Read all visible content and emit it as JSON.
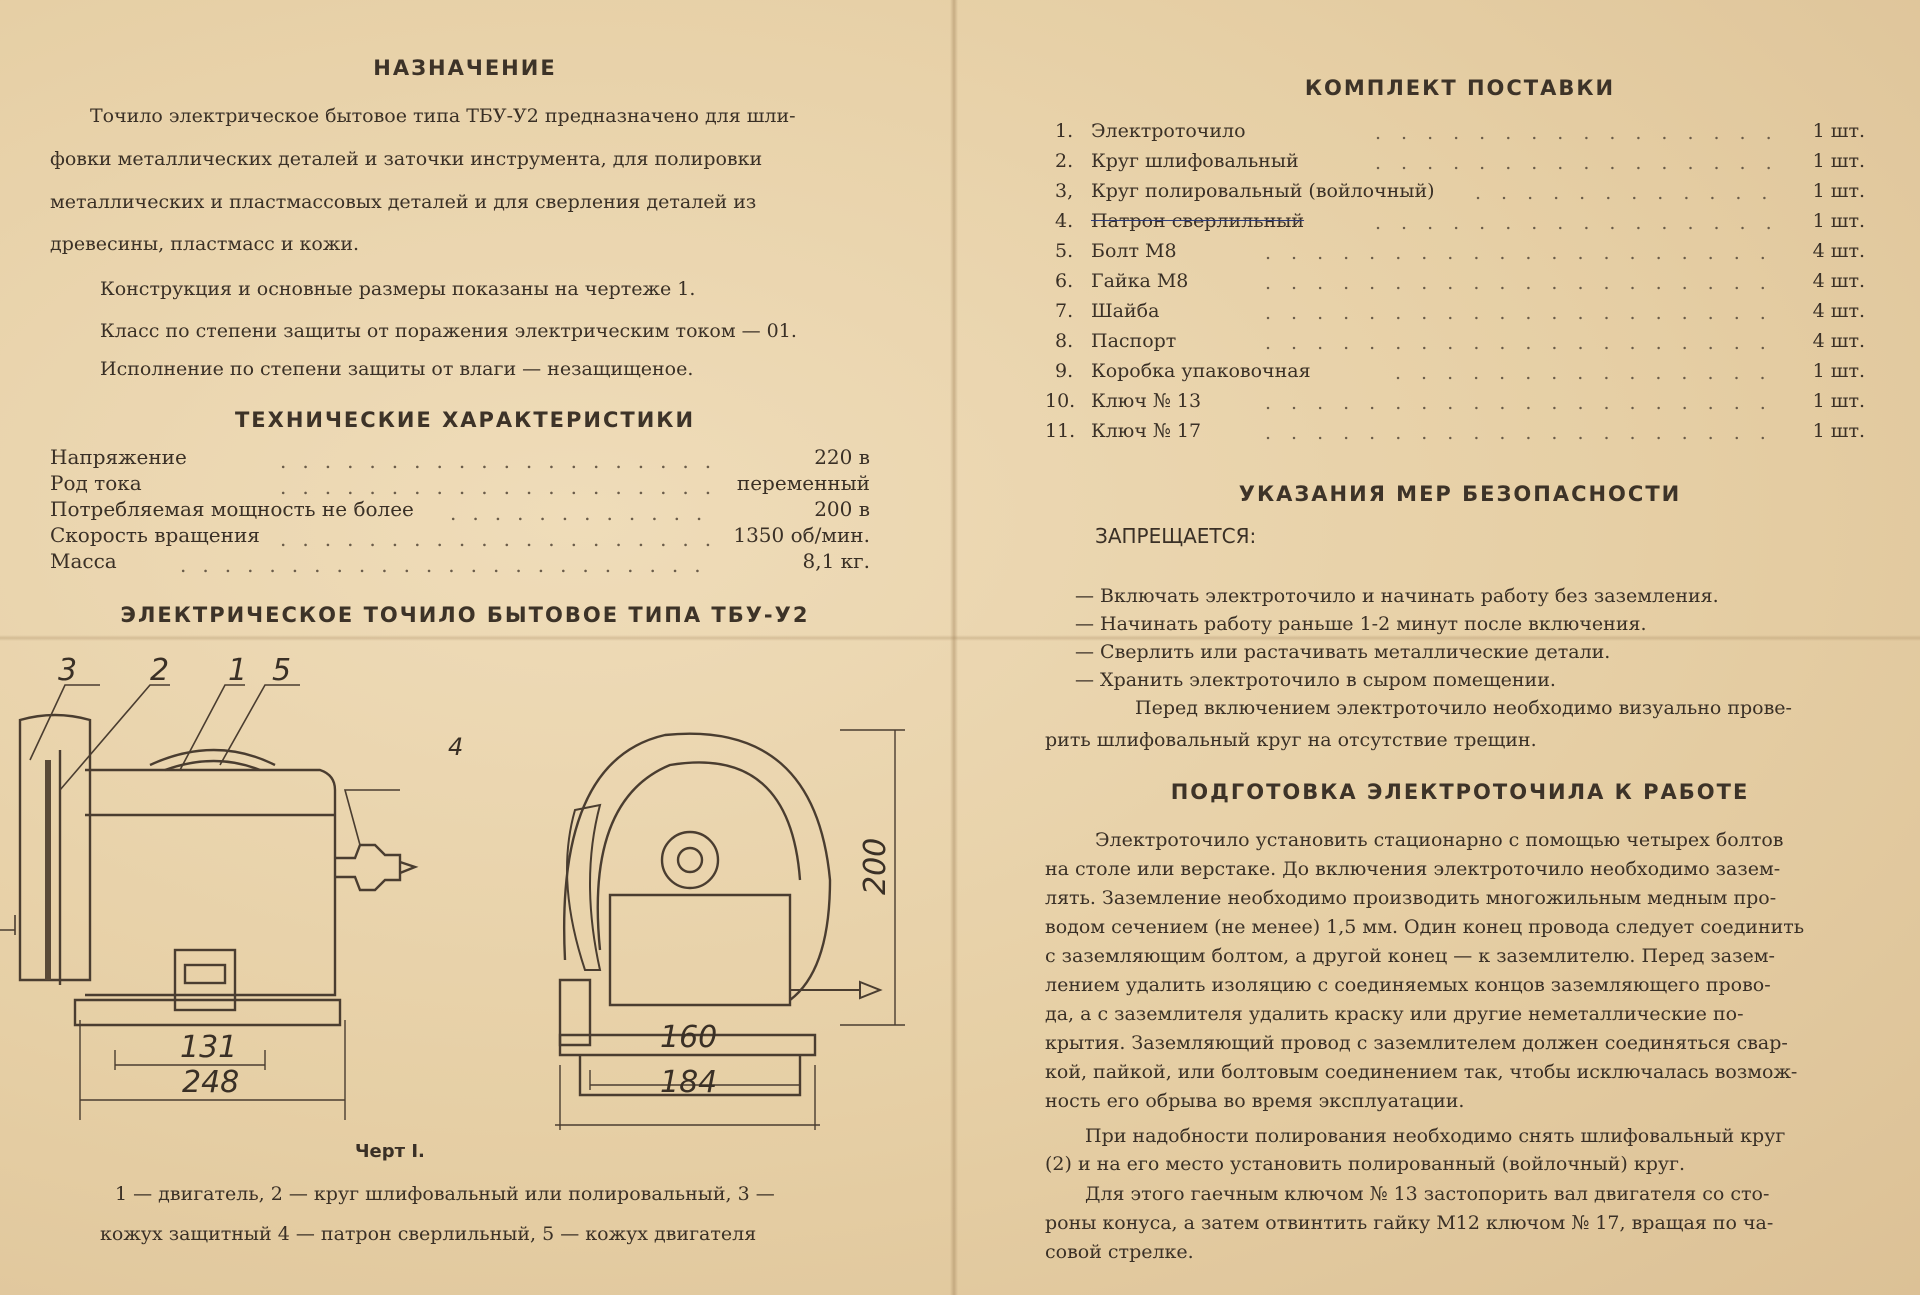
{
  "left": {
    "purpose_title": "НАЗНАЧЕНИЕ",
    "purpose_lines": [
      "Точило электрическое бытовое типа ТБУ-У2 предназначено для шли-",
      "фовки металлических деталей и заточки инструмента, для полировки",
      "металлических и пластмассовых деталей и для сверления деталей из",
      "древесины, пластмасс и кожи."
    ],
    "construction": "Конструкция и основные размеры показаны на чертеже 1.",
    "protection_class": "Класс по степени защиты от поражения электрическим током — 01.",
    "moisture": "Исполнение по степени защиты от влаги — незащищеное.",
    "specs_title": "ТЕХНИЧЕСКИЕ ХАРАКТЕРИСТИКИ",
    "specs": [
      {
        "label": "Напряжение",
        "value": "220 в"
      },
      {
        "label": "Род тока",
        "value": "переменный"
      },
      {
        "label": "Потребляемая мощность не более",
        "value": "200 в"
      },
      {
        "label": "Скорость вращения",
        "value": "1350 об/мин."
      },
      {
        "label": "Масса",
        "value": "8,1 кг."
      }
    ],
    "drawing_title": "ЭЛЕКТРИЧЕСКОЕ ТОЧИЛО БЫТОВОЕ ТИПА ТБУ-У2",
    "drawing_labels": {
      "n3": "3",
      "n2": "2",
      "n1": "1",
      "n5": "5",
      "n4": "4",
      "d131": "131",
      "d248": "248",
      "d160": "160",
      "d184": "184",
      "d200": "200"
    },
    "caption": "Черт I.",
    "legend_lines": [
      "1 — двигатель, 2 — круг шлифовальный или полировальный, 3 —",
      "кожух защитный 4 — патрон сверлильный, 5 — кожух двигателя"
    ]
  },
  "right": {
    "kit_title": "КОМПЛЕКТ ПОСТАВКИ",
    "kit": [
      {
        "num": "1.",
        "name": "Электроточило",
        "qty": "1 шт."
      },
      {
        "num": "2.",
        "name": "Круг шлифовальный",
        "qty": "1 шт."
      },
      {
        "num": "3,",
        "name": "Круг полировальный (войлочный)",
        "qty": "1 шт."
      },
      {
        "num": "4.",
        "name": "Патрон сверлильный",
        "qty": "1 шт."
      },
      {
        "num": "5.",
        "name": "Болт М8",
        "qty": "4 шт."
      },
      {
        "num": "6.",
        "name": "Гайка М8",
        "qty": "4 шт."
      },
      {
        "num": "7.",
        "name": "Шайба",
        "qty": "4 шт."
      },
      {
        "num": "8.",
        "name": "Паспорт",
        "qty": "4 шт."
      },
      {
        "num": "9.",
        "name": "Коробка упаковочная",
        "qty": "1 шт."
      },
      {
        "num": "10.",
        "name": "Ключ № 13",
        "qty": "1 шт."
      },
      {
        "num": "11.",
        "name": "Ключ № 17",
        "qty": "1 шт."
      }
    ],
    "safety_title": "УКАЗАНИЯ МЕР БЕЗОПАСНОСТИ",
    "forbidden": "ЗАПРЕЩАЕТСЯ:",
    "rules": [
      "— Включать электроточило и начинать работу без заземления.",
      "— Начинать работу раньше 1-2 минут после включения.",
      "— Сверлить или растачивать металлические детали.",
      "— Хранить электроточило в сыром помещении."
    ],
    "check_lines": [
      "Перед включением электроточило необходимо визуально прове-",
      "рить шлифовальный круг на отсутствие трещин."
    ],
    "prep_title": "ПОДГОТОВКА ЭЛЕКТРОТОЧИЛА К РАБОТЕ",
    "prep_lines": [
      "Электроточило установить стационарно с помощью четырех болтов",
      "на столе или верстаке. До включения электроточило необходимо зазем-",
      "лять. Заземление необходимо производить многожильным медным про-",
      "водом сечением (не менее) 1,5 мм. Один конец провода следует соединить",
      "с заземляющим болтом, а другой конец — к заземлителю. Перед зазем-",
      "лением удалить изоляцию с соединяемых концов заземляющего прово-",
      "да, а с заземлителя удалить краску или другие неметаллические по-",
      "крытия. Заземляющий провод с заземлителем должен соединяться свар-",
      "кой, пайкой, или болтовым соединением так, чтобы исключалась возмож-",
      "ность его обрыва во время эксплуатации."
    ],
    "polish_lines": [
      "При надобности полирования необходимо снять шлифовальный круг",
      "(2) и на его место установить полированный (войлочный) круг.",
      "Для этого гаечным ключом № 13 застопорить вал двигателя со сто-",
      "роны конуса, а затем отвинтить гайку М12 ключом № 17, вращая по ча-",
      "совой стрелке."
    ]
  },
  "colors": {
    "paper": "#e8d2ab",
    "ink": "#3a3026",
    "pen": "#2c3a7a"
  }
}
